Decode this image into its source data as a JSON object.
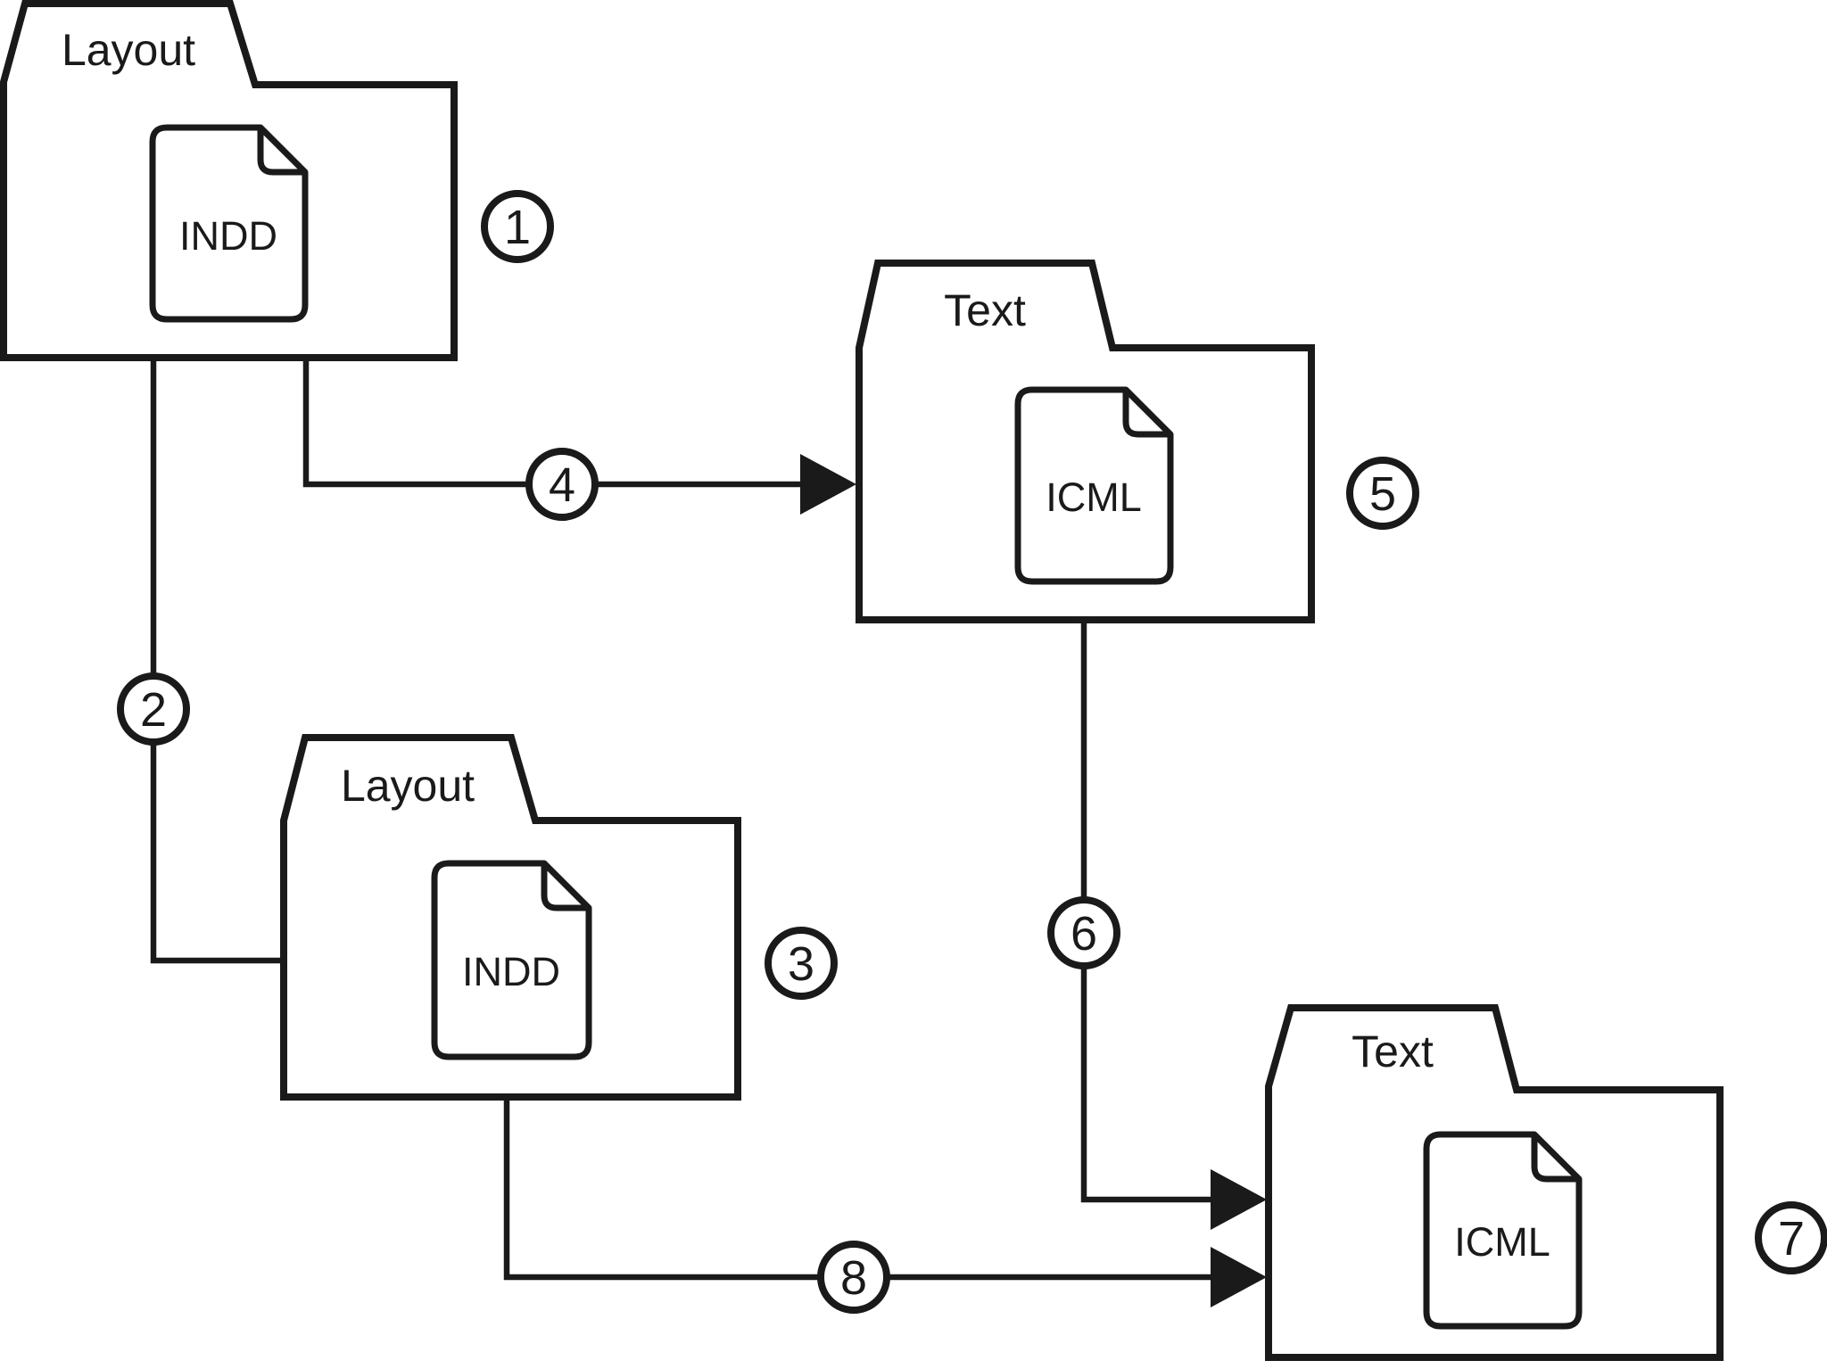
{
  "diagram": {
    "background_color": "#ffffff",
    "line_color": "#1a1a1a",
    "folders": [
      {
        "label": "Layout",
        "file": "INDD",
        "number": "1"
      },
      {
        "label": "Layout",
        "file": "INDD",
        "number": "3"
      },
      {
        "label": "Text",
        "file": "ICML",
        "number": "5"
      },
      {
        "label": "Text",
        "file": "ICML",
        "number": "7"
      }
    ],
    "connectors": [
      {
        "number": "2",
        "from": "folder-1",
        "to": "folder-3",
        "arrowhead": false
      },
      {
        "number": "4",
        "from": "folder-1",
        "to": "folder-5",
        "arrowhead": true
      },
      {
        "number": "6",
        "from": "folder-5",
        "to": "folder-7",
        "arrowhead": true
      },
      {
        "number": "8",
        "from": "folder-3",
        "to": "folder-7",
        "arrowhead": true
      }
    ]
  }
}
